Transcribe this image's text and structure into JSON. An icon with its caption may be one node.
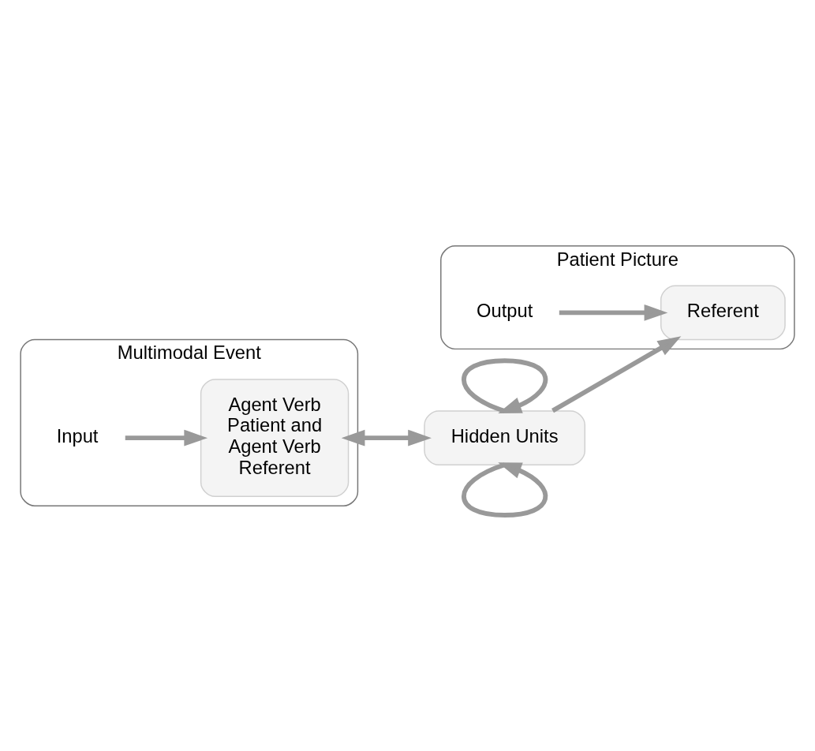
{
  "diagram": {
    "nodes": [
      {
        "text": [
          "Multimodal Event"
        ]
      },
      {
        "text": [
          "Agent Verb Patient and Agent Verb Referent"
        ],
        "in": 0
      },
      {
        "text": [
          "Input"
        ],
        "in": 0
      },
      {
        "text": [
          "Patient Picture"
        ]
      },
      {
        "text": [
          "Hidden Units"
        ]
      },
      {
        "text": [
          "Referent"
        ],
        "in": 3
      },
      {
        "text": [
          "Output"
        ],
        "in": 3
      }
    ],
    "edges": [
      {
        "from": 2,
        "to": 1,
        "arrow": "to"
      },
      {
        "from": 1,
        "to": 4,
        "arrow": "both"
      },
      {
        "from": 4,
        "to": 5,
        "arrow": "to"
      },
      {
        "from": 6,
        "to": 5,
        "arrow": "to"
      },
      {
        "from": 4,
        "to": 4,
        "arrow": "to"
      },
      {
        "from": 4,
        "to": 4,
        "arrow": "to"
      }
    ]
  }
}
